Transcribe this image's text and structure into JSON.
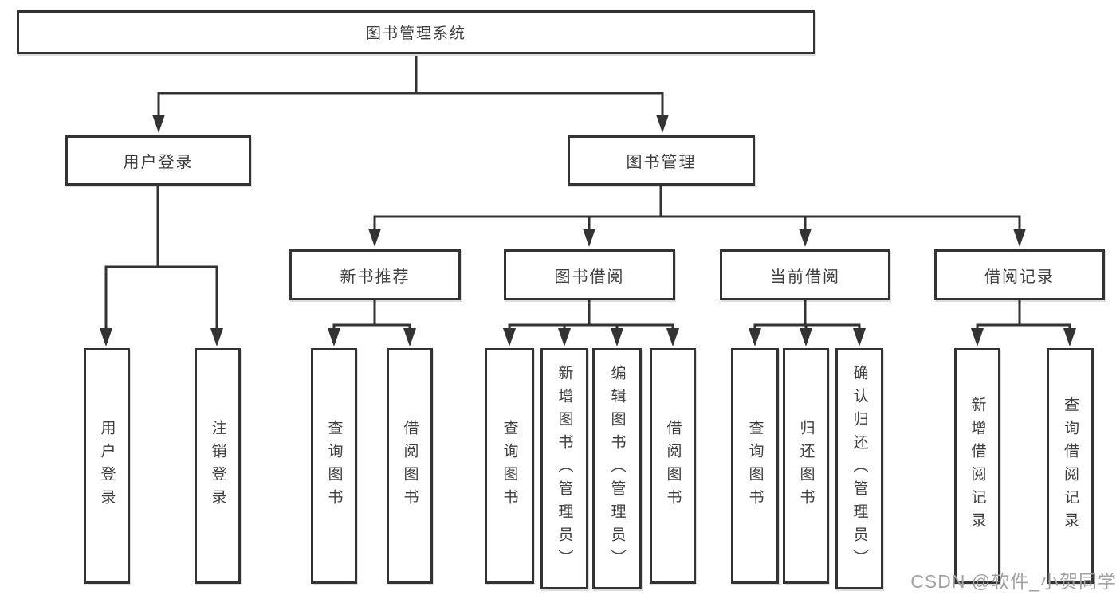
{
  "colors": {
    "line": "#333333",
    "text": "#3e3e3e",
    "watermark": "#a3a3a3",
    "background": "#ffffff"
  },
  "watermark": {
    "text": "CSDN @软件_小贺同学"
  },
  "tree": {
    "label": "图书管理系统",
    "children": [
      {
        "label": "用户登录",
        "children": [
          {
            "label": "用户登录"
          },
          {
            "label": "注销登录"
          }
        ]
      },
      {
        "label": "图书管理",
        "children": [
          {
            "label": "新书推荐",
            "children": [
              {
                "label": "查询图书"
              },
              {
                "label": "借阅图书"
              }
            ]
          },
          {
            "label": "图书借阅",
            "children": [
              {
                "label": "查询图书"
              },
              {
                "label": "新增图书（管理员）"
              },
              {
                "label": "编辑图书（管理员）"
              },
              {
                "label": "借阅图书"
              }
            ]
          },
          {
            "label": "当前借阅",
            "children": [
              {
                "label": "查询图书"
              },
              {
                "label": "归还图书"
              },
              {
                "label": "确认归还（管理员）"
              }
            ]
          },
          {
            "label": "借阅记录",
            "children": [
              {
                "label": "新增借阅记录"
              },
              {
                "label": "查询借阅记录"
              }
            ]
          }
        ]
      }
    ]
  }
}
